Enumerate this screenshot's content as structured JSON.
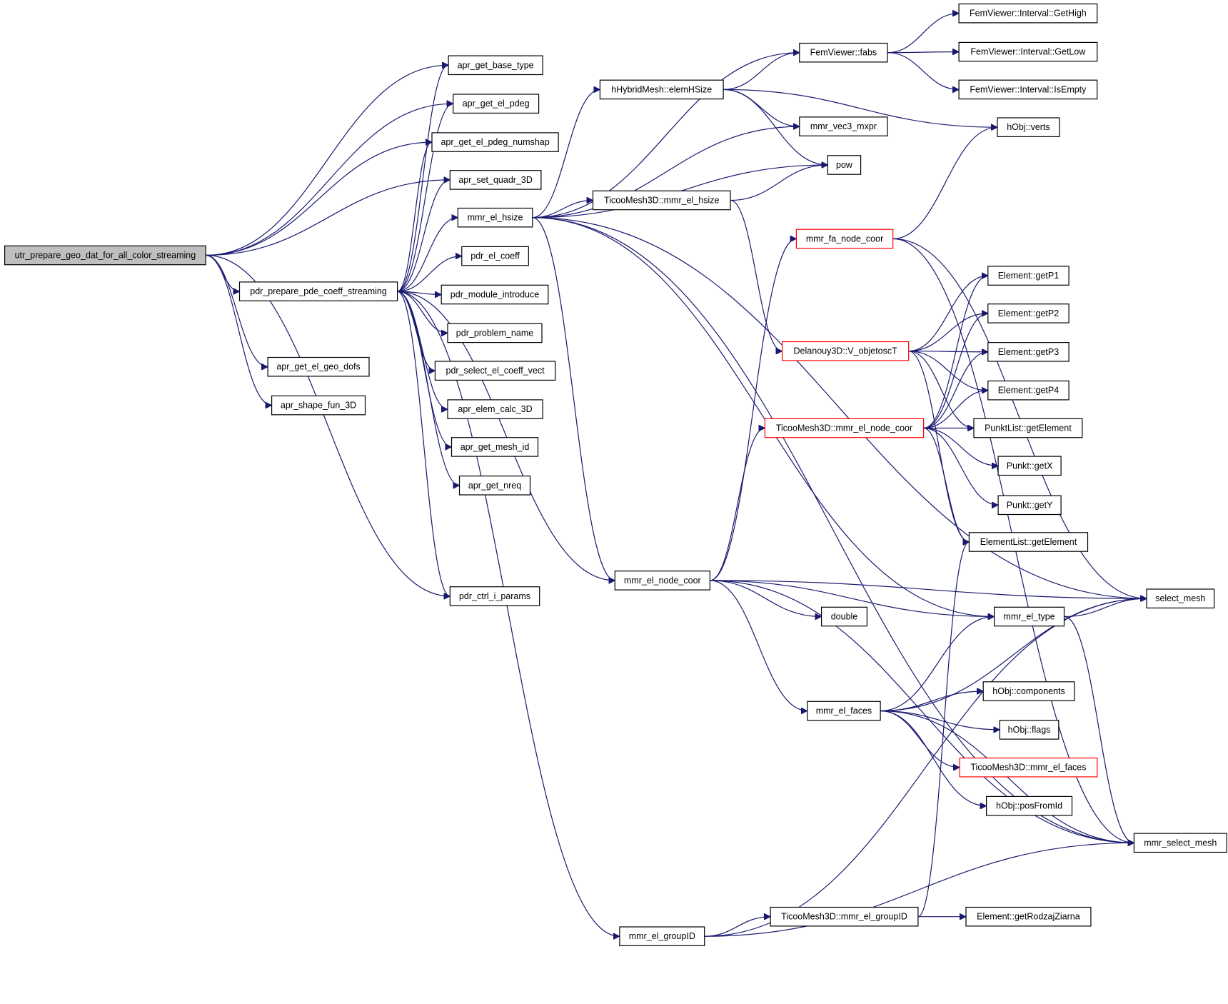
{
  "graph": {
    "colors": {
      "edge": "#191970",
      "border": "#000000",
      "incomplete_border": "#ff0000",
      "root_fill": "#bfbfbf"
    },
    "nodes": [
      {
        "id": "root",
        "label": "utr_prepare_geo_dat_for_all_color_streaming",
        "root": true
      },
      {
        "id": "base_type",
        "label": "apr_get_base_type"
      },
      {
        "id": "el_pdeg",
        "label": "apr_get_el_pdeg"
      },
      {
        "id": "el_pdeg_numshap",
        "label": "apr_get_el_pdeg_numshap"
      },
      {
        "id": "set_quadr",
        "label": "apr_set_quadr_3D"
      },
      {
        "id": "el_hsize",
        "label": "mmr_el_hsize"
      },
      {
        "id": "pdr_coeff",
        "label": "pdr_el_coeff"
      },
      {
        "id": "prepare_pde",
        "label": "pdr_prepare_pde_coeff_streaming"
      },
      {
        "id": "module_intro",
        "label": "pdr_module_introduce"
      },
      {
        "id": "problem_name",
        "label": "pdr_problem_name"
      },
      {
        "id": "select_coeff",
        "label": "pdr_select_el_coeff_vect"
      },
      {
        "id": "elem_calc",
        "label": "apr_elem_calc_3D"
      },
      {
        "id": "mesh_id",
        "label": "apr_get_mesh_id"
      },
      {
        "id": "nreq",
        "label": "apr_get_nreq"
      },
      {
        "id": "ctrl_params",
        "label": "pdr_ctrl_i_params"
      },
      {
        "id": "geo_dofs",
        "label": "apr_get_el_geo_dofs"
      },
      {
        "id": "shape_fun",
        "label": "apr_shape_fun_3D"
      },
      {
        "id": "elemHSize",
        "label": "hHybridMesh::elemHSize"
      },
      {
        "id": "ticoo_hsize",
        "label": "TicooMesh3D::mmr_el_hsize"
      },
      {
        "id": "node_coor",
        "label": "mmr_el_node_coor"
      },
      {
        "id": "groupID",
        "label": "mmr_el_groupID"
      },
      {
        "id": "fabs",
        "label": "FemViewer::fabs"
      },
      {
        "id": "vec3_mxpr",
        "label": "mmr_vec3_mxpr"
      },
      {
        "id": "pow",
        "label": "pow"
      },
      {
        "id": "fa_node_coor",
        "label": "mmr_fa_node_coor",
        "red": true
      },
      {
        "id": "delanouy",
        "label": "Delanouy3D::V_objetoscT",
        "red": true
      },
      {
        "id": "ticoo_node_coor",
        "label": "TicooMesh3D::mmr_el_node_coor",
        "red": true
      },
      {
        "id": "double",
        "label": "double"
      },
      {
        "id": "el_type",
        "label": "mmr_el_type"
      },
      {
        "id": "el_faces",
        "label": "mmr_el_faces"
      },
      {
        "id": "ticoo_groupID",
        "label": "TicooMesh3D::mmr_el_groupID"
      },
      {
        "id": "get_high",
        "label": "FemViewer::Interval::GetHigh"
      },
      {
        "id": "get_low",
        "label": "FemViewer::Interval::GetLow"
      },
      {
        "id": "is_empty",
        "label": "FemViewer::Interval::IsEmpty"
      },
      {
        "id": "verts",
        "label": "hObj::verts"
      },
      {
        "id": "getP1",
        "label": "Element::getP1"
      },
      {
        "id": "getP2",
        "label": "Element::getP2"
      },
      {
        "id": "getP3",
        "label": "Element::getP3"
      },
      {
        "id": "getP4",
        "label": "Element::getP4"
      },
      {
        "id": "punkt_getElement",
        "label": "PunktList::getElement"
      },
      {
        "id": "getX",
        "label": "Punkt::getX"
      },
      {
        "id": "getY",
        "label": "Punkt::getY"
      },
      {
        "id": "elementlist_getElement",
        "label": "ElementList::getElement"
      },
      {
        "id": "components",
        "label": "hObj::components"
      },
      {
        "id": "flags",
        "label": "hObj::flags"
      },
      {
        "id": "ticoo_faces",
        "label": "TicooMesh3D::mmr_el_faces",
        "red": true
      },
      {
        "id": "posFromId",
        "label": "hObj::posFromId"
      },
      {
        "id": "getRodzaj",
        "label": "Element::getRodzajZiarna"
      },
      {
        "id": "select_mesh",
        "label": "select_mesh"
      },
      {
        "id": "mmr_select_mesh",
        "label": "mmr_select_mesh"
      }
    ]
  }
}
